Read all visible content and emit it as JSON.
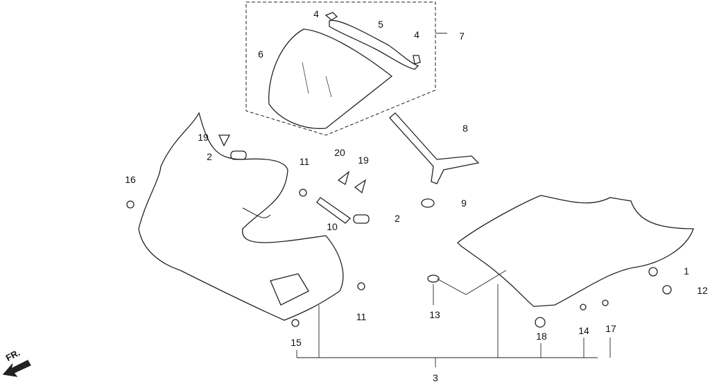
{
  "diagram": {
    "title": "Cowl / Windscreen / Under Cowl Parts Diagram",
    "direction_marker": "FR.",
    "callouts": [
      {
        "id": "c4a",
        "text": "4"
      },
      {
        "id": "c5",
        "text": "5"
      },
      {
        "id": "c4b",
        "text": "4"
      },
      {
        "id": "c7",
        "text": "7"
      },
      {
        "id": "c6",
        "text": "6"
      },
      {
        "id": "c8",
        "text": "8"
      },
      {
        "id": "c19a",
        "text": "19"
      },
      {
        "id": "c2a",
        "text": "2"
      },
      {
        "id": "c11a",
        "text": "11"
      },
      {
        "id": "c20",
        "text": "20"
      },
      {
        "id": "c19b",
        "text": "19"
      },
      {
        "id": "c16",
        "text": "16"
      },
      {
        "id": "c9",
        "text": "9"
      },
      {
        "id": "c10",
        "text": "10"
      },
      {
        "id": "c2b",
        "text": "2"
      },
      {
        "id": "c1",
        "text": "1"
      },
      {
        "id": "c12",
        "text": "12"
      },
      {
        "id": "c13",
        "text": "13"
      },
      {
        "id": "c11b",
        "text": "11"
      },
      {
        "id": "c15",
        "text": "15"
      },
      {
        "id": "c18",
        "text": "18"
      },
      {
        "id": "c14",
        "text": "14"
      },
      {
        "id": "c17",
        "text": "17"
      },
      {
        "id": "c3",
        "text": "3"
      }
    ]
  }
}
